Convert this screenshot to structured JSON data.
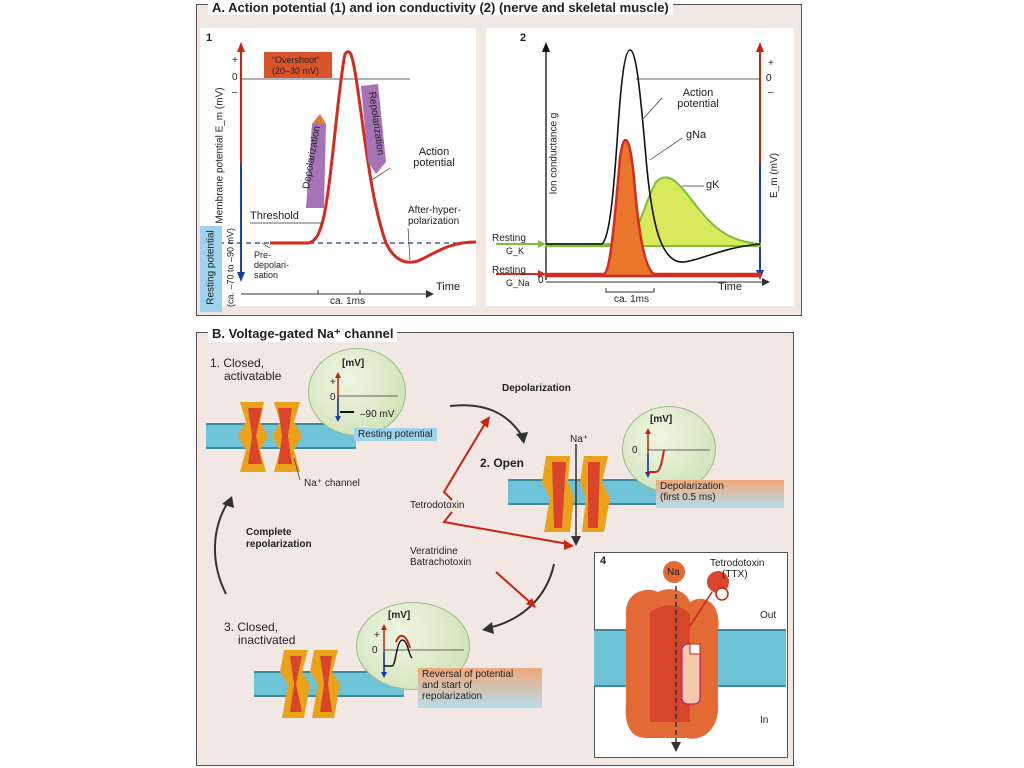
{
  "sectionA": {
    "title": "A. Action potential (1) and ion conductivity (2) (nerve and skeletal muscle)",
    "panel1": {
      "num": "1",
      "overshoot": "“Overshoot”",
      "overshoot_range": "(20–30 mV)",
      "depolarization": "Depolarization",
      "repolarization": "Repolarization",
      "action_potential": "Action potential",
      "threshold": "Threshold",
      "after_hyper": "After-hyper-",
      "after_hyper2": "polarization",
      "predep1": "Pre-",
      "predep2": "depolari-",
      "predep3": "sation",
      "ylabel": "Membrane potential E_m (mV)",
      "resting": "Resting potential",
      "resting_range": "(ca. –70 to –90 mV)",
      "plus": "+",
      "zero": "0",
      "minus": "–",
      "time": "Time",
      "ca1ms": "ca. 1ms"
    },
    "panel2": {
      "num": "2",
      "action_potential": "Action potential",
      "gna": "gNa",
      "gk": "gK",
      "ylabel": "Ion conductance g",
      "em": "E_m (mV)",
      "resting_gk": "Resting",
      "gk_sub": "G_K",
      "resting_gna": "Resting",
      "gna_sub": "G_Na",
      "zero": "0",
      "plus": "+",
      "zero_r": "0",
      "minus": "–",
      "time": "Time",
      "ca1ms": "ca. 1ms"
    }
  },
  "sectionB": {
    "title": "B. Voltage-gated Na⁺ channel",
    "s1_title": "1. Closed,",
    "s1_sub": "activatable",
    "mv": "[mV]",
    "minus90": "–90 mV",
    "resting_potential": "Resting potential",
    "na_channel": "Na⁺ channel",
    "depolarization": "Depolarization",
    "na_plus": "Na⁺",
    "s2": "2. Open",
    "dep_tag1": "Depolarization",
    "dep_tag2": "(first 0.5 ms)",
    "tetrodotoxin": "Tetrodotoxin",
    "complete1": "Complete",
    "complete2": "repolarization",
    "veratridine": "Veratridine",
    "batrachotoxin": "Batrachotoxin",
    "s3_title": "3. Closed,",
    "s3_sub": "inactivated",
    "rev1": "Reversal of potential",
    "rev2": "and start of",
    "rev3": "repolarization",
    "p4_num": "4",
    "p4_na": "Na",
    "p4_ttx1": "Tetrodotoxin",
    "p4_ttx2": "(TTX)",
    "p4_out": "Out",
    "p4_in": "In",
    "zero": "0",
    "plus": "+"
  }
}
